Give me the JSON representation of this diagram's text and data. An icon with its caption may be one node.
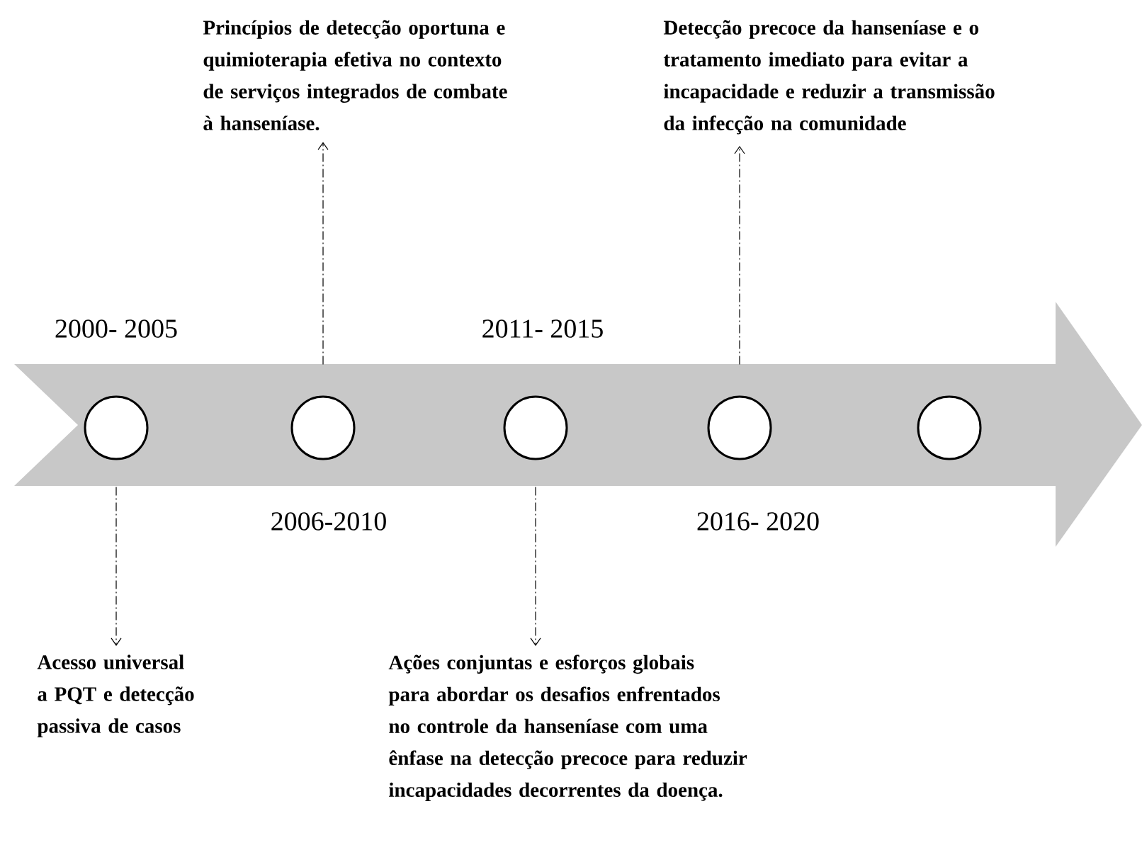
{
  "diagram": {
    "nodes": [
      {
        "text": [
          "Princípios de detecção oportuna e quimioterapia efetiva no contexto de serviços integrados de combate à hanseníase."
        ]
      },
      {
        "text": [
          "Detecção precoce da hanseníase e o tratamento imediato para evitar a incapacidade e reduzir a transmissão da infecção na comunidade"
        ]
      },
      {
        "text": [],
        "shape": "circle"
      },
      {
        "text": [],
        "shape": "circle"
      },
      {
        "text": [],
        "shape": "circle"
      },
      {
        "text": [],
        "shape": "circle"
      },
      {
        "text": [],
        "shape": "circle"
      },
      {
        "text": [
          "Acesso universal a PQT e detecção passiva de casos"
        ]
      },
      {
        "text": [
          "Ações conjuntas e esforços globais para abordar os desafios enfrentados no controle da hanseníase com uma ênfase na detecção precoce para reduzir incapacidades decorrentes da doença."
        ]
      }
    ],
    "edges": [
      {
        "from": 2,
        "to": 7,
        "arrow": "to"
      },
      {
        "from": 3,
        "to": 0,
        "arrow": "to"
      },
      {
        "from": 4,
        "to": 8,
        "arrow": "to"
      },
      {
        "from": 5,
        "to": 1,
        "arrow": "to"
      }
    ],
    "labels": [
      "2000- 2005",
      "2011- 2015",
      "2006-2010",
      "2016- 2020"
    ]
  }
}
